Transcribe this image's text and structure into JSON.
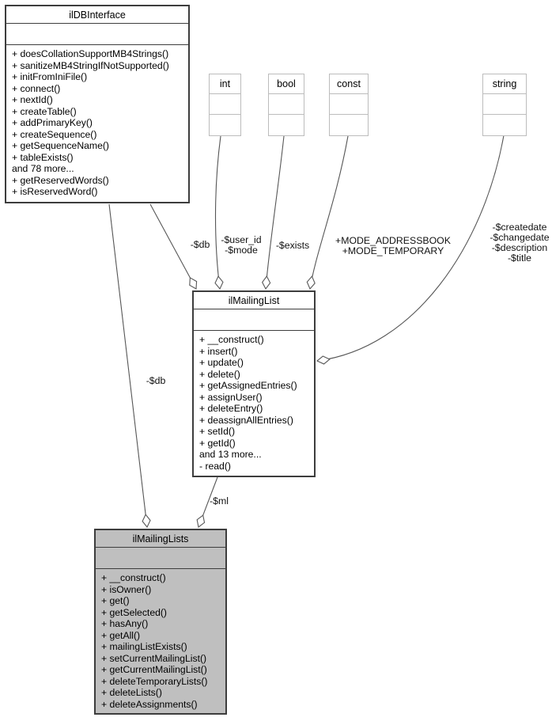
{
  "colors": {
    "node_border": "#3d3d3d",
    "type_node_border": "#bcbcbc",
    "focus_node_fill": "#bfbfbf",
    "edge_stroke": "#565656",
    "background": "#ffffff"
  },
  "classes": {
    "ildbinterface": {
      "name": "ilDBInterface",
      "members": [
        "+ doesCollationSupportMB4Strings()",
        "+ sanitizeMB4StringIfNotSupported()",
        "+ initFromIniFile()",
        "+ connect()",
        "+ nextId()",
        "+ createTable()",
        "+ addPrimaryKey()",
        "+ createSequence()",
        "+ getSequenceName()",
        "+ tableExists()",
        "and 78 more...",
        "+ getReservedWords()",
        "+ isReservedWord()"
      ]
    },
    "int_type": {
      "name": "int"
    },
    "bool_type": {
      "name": "bool"
    },
    "const_type": {
      "name": "const"
    },
    "string_type": {
      "name": "string"
    },
    "ilmailinglist": {
      "name": "ilMailingList",
      "members": [
        "+ __construct()",
        "+ insert()",
        "+ update()",
        "+ delete()",
        "+ getAssignedEntries()",
        "+ assignUser()",
        "+ deleteEntry()",
        "+ deassignAllEntries()",
        "+ setId()",
        "+ getId()",
        "and 13 more...",
        "- read()"
      ]
    },
    "ilmailinglists": {
      "name": "ilMailingLists",
      "members": [
        "+ __construct()",
        "+ isOwner()",
        "+ get()",
        "+ getSelected()",
        "+ hasAny()",
        "+ getAll()",
        "+ mailingListExists()",
        "+ setCurrentMailingList()",
        "+ getCurrentMailingList()",
        "+ deleteTemporaryLists()",
        "+ deleteLists()",
        "+ deleteAssignments()"
      ]
    }
  },
  "edges": {
    "db_to_mailinglist": {
      "label": "-$db"
    },
    "db_to_mailinglists": {
      "label": "-$db"
    },
    "int_to_mailinglist": {
      "label": "-$user_id\n-$mode"
    },
    "bool_to_mailinglist": {
      "label": "-$exists"
    },
    "const_to_mailinglist": {
      "label": "+MODE_ADDRESSBOOK\n+MODE_TEMPORARY"
    },
    "string_to_mailinglist": {
      "label": "-$createdate\n-$changedate\n-$description\n-$title"
    },
    "mailinglist_to_mailinglists": {
      "label": "-$ml"
    }
  }
}
